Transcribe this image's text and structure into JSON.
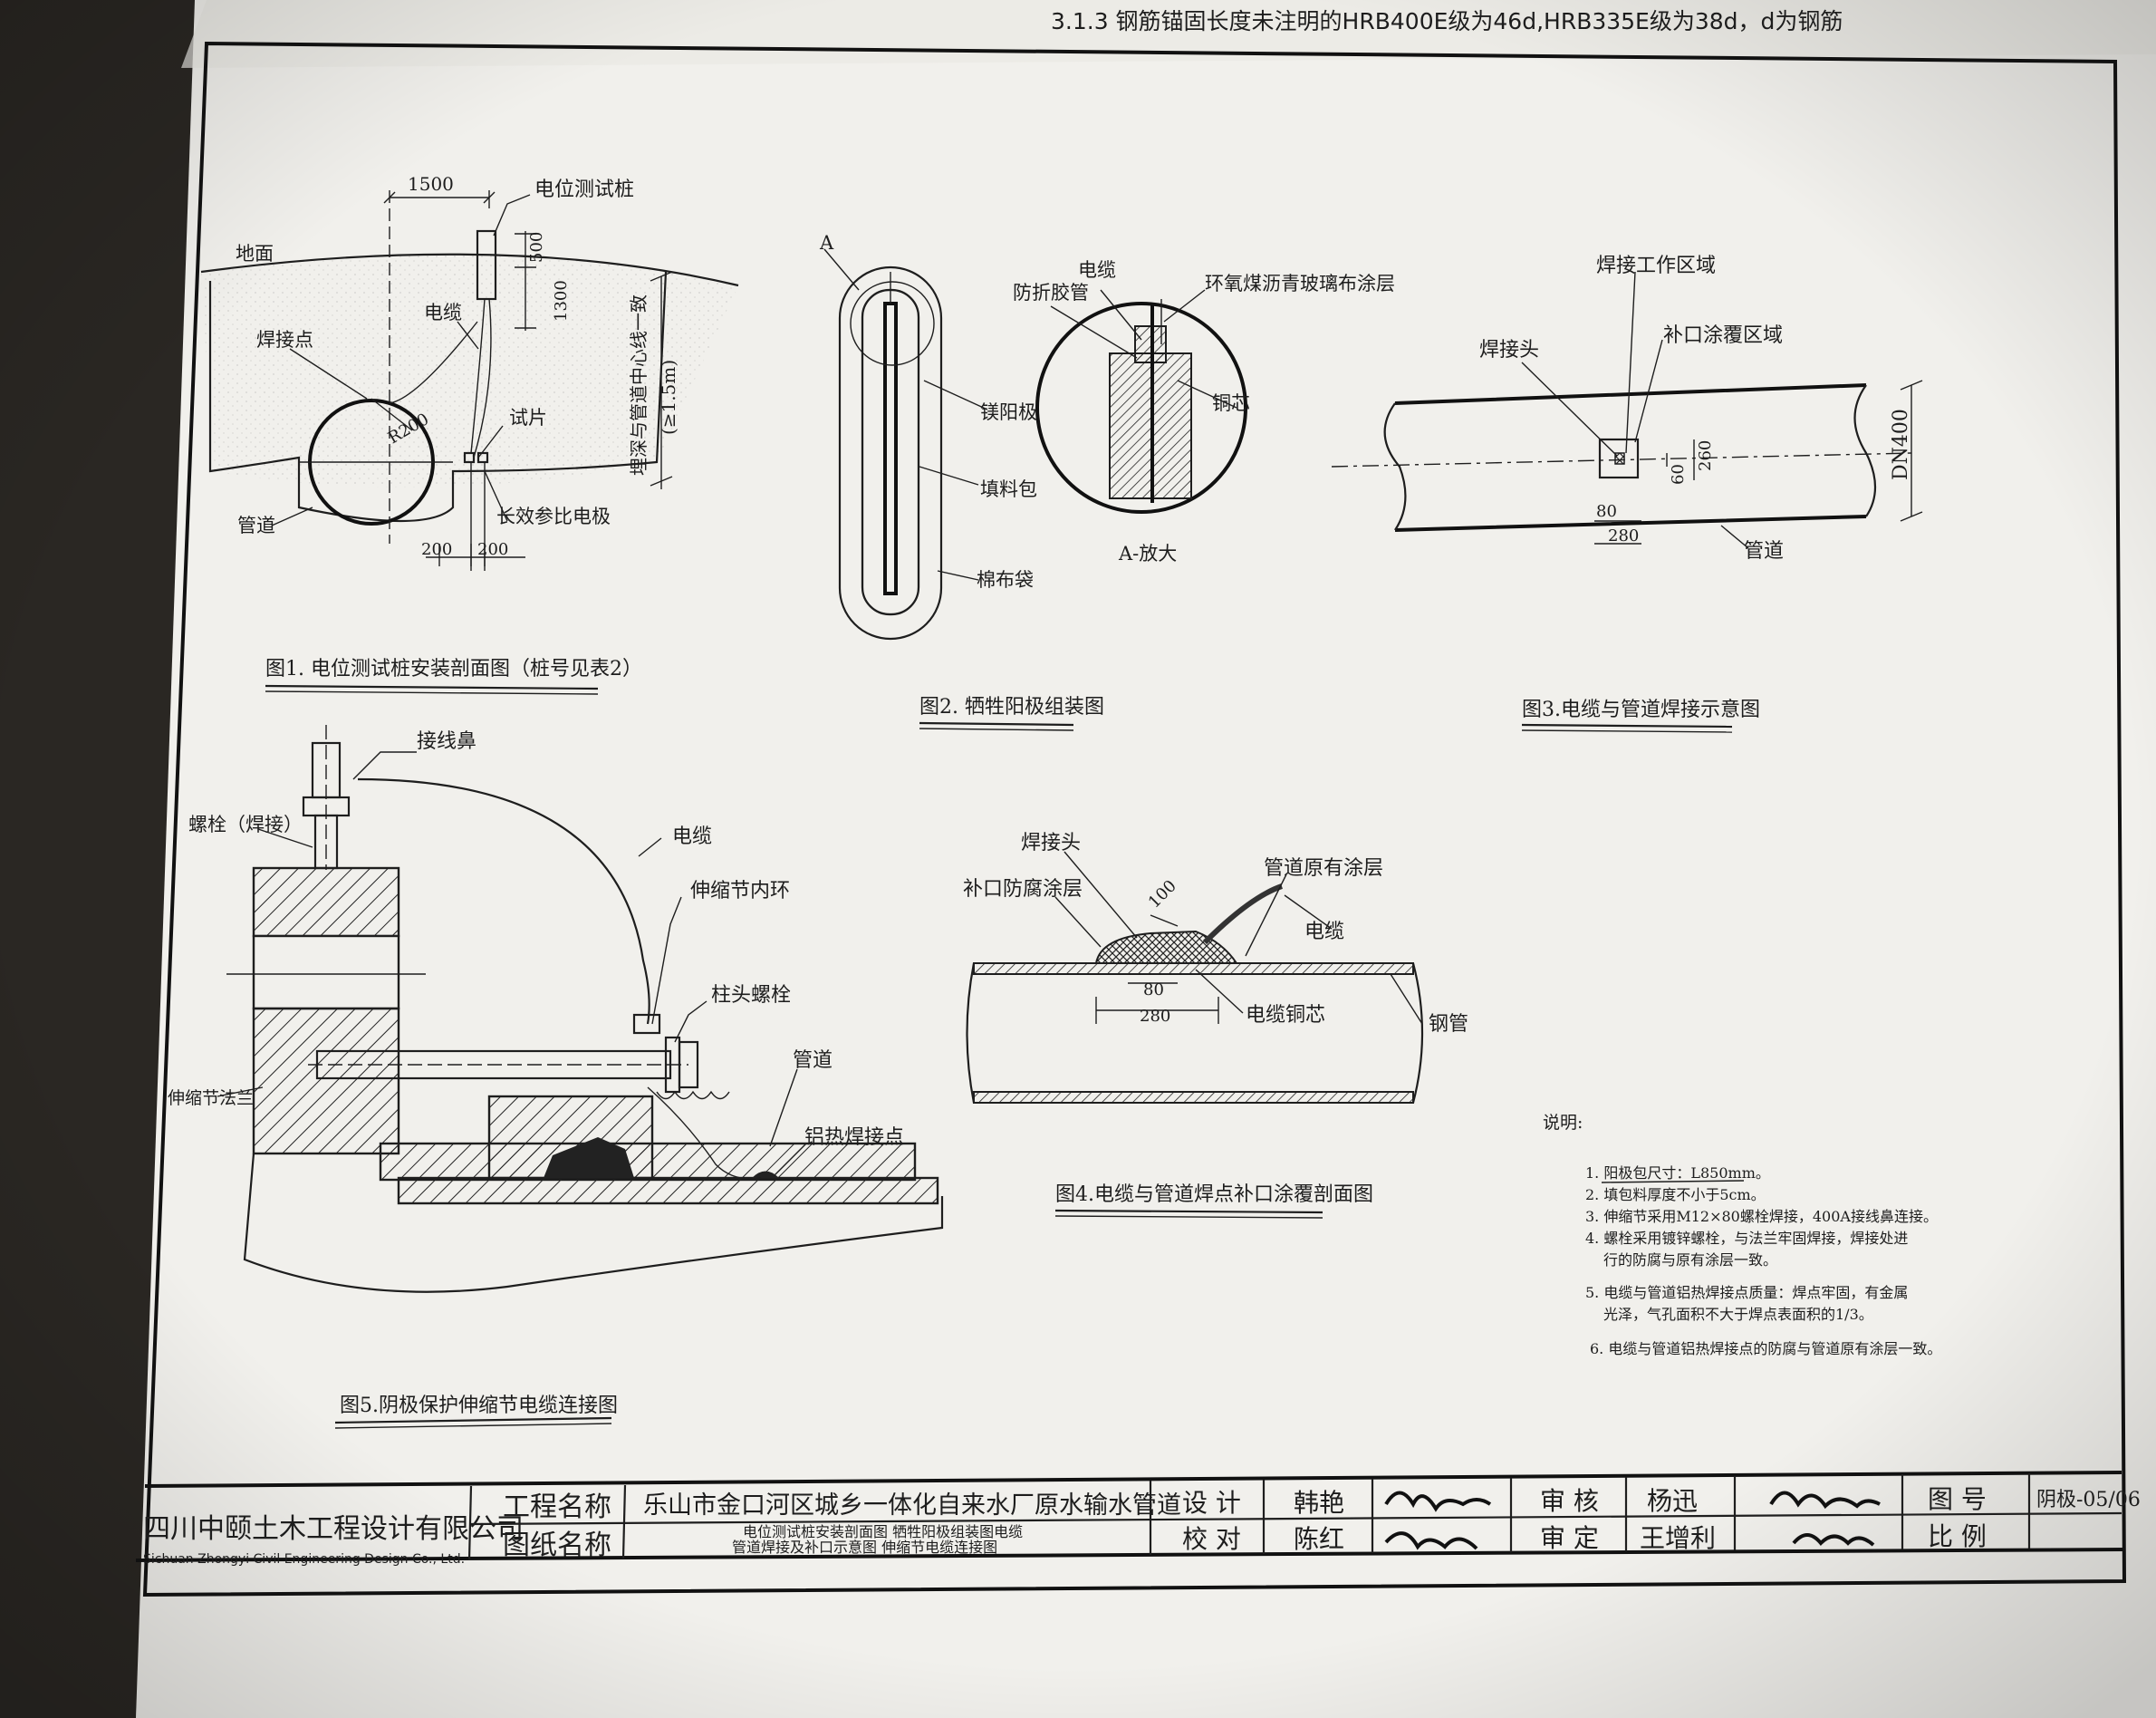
{
  "top_note": "3.1.3 钢筋锚固长度未注明的HRB400E级为46d,HRB335E级为38d，d为钢筋",
  "figures": {
    "fig1": {
      "caption": "图1. 电位测试桩安装剖面图（桩号见表2）",
      "labels": {
        "dim_1500": "1500",
        "test_post": "电位测试桩",
        "ground": "地面",
        "dim_500": "500",
        "dim_1300": "1300",
        "cable": "电缆",
        "weld_point": "焊接点",
        "burial_note": "埋深与管道中心线一致",
        "burial_min": "(≥1.5m)",
        "radius": "R200",
        "coupon": "试片",
        "pipe": "管道",
        "ref_electrode": "长效参比电极",
        "dim_200a": "200",
        "dim_200b": "200"
      }
    },
    "fig2": {
      "caption": "图2. 牺牲阳极组装图",
      "labels": {
        "a_mark": "A",
        "cable": "电缆",
        "anti_fold": "防折胶管",
        "epoxy_coat": "环氧煤沥青玻璃布涂层",
        "mg_anode": "镁阳极",
        "copper_core": "铜芯",
        "filler_bag": "填料包",
        "cotton_bag": "棉布袋",
        "a_enlarged": "A-放大"
      }
    },
    "fig3": {
      "caption": "图3.电缆与管道焊接示意图",
      "labels": {
        "weld_zone": "焊接工作区域",
        "weld_head": "焊接头",
        "patch_zone": "补口涂覆区域",
        "dn": "DN400",
        "dim_260": "260",
        "dim_60": "60",
        "dim_80": "80",
        "dim_280": "280",
        "pipe": "管道"
      }
    },
    "fig4": {
      "caption": "图4.电缆与管道焊点补口涂覆剖面图",
      "labels": {
        "weld_head": "焊接头",
        "patch_coat": "补口防腐涂层",
        "orig_coat": "管道原有涂层",
        "dim_100": "100",
        "cable": "电缆",
        "dim_80": "80",
        "dim_280": "280",
        "cable_core": "电缆铜芯",
        "steel_pipe": "钢管"
      }
    },
    "fig5": {
      "caption": "图5.阴极保护伸缩节电缆连接图",
      "labels": {
        "lug": "接线鼻",
        "bolt_weld": "螺栓（焊接）",
        "cable": "电缆",
        "inner_ring": "伸缩节内环",
        "stud_bolt": "柱头螺栓",
        "flange": "伸缩节法兰",
        "pipe": "管道",
        "thermite": "铝热焊接点"
      }
    }
  },
  "notes": {
    "title": "说明:",
    "items": [
      "1. 阳极包尺寸：L850mm。",
      "2. 填包料厚度不小于5cm。",
      "3. 伸缩节采用M12×80螺栓焊接，400A接线鼻连接。",
      "4. 螺栓采用镀锌螺栓，与法兰牢固焊接，焊接处进",
      "行的防腐与原有涂层一致。",
      "5. 电缆与管道铝热焊接点质量：焊点牢固，有金属",
      "光泽，气孔面积不大于焊点表面积的1/3。",
      "6. 电缆与管道铝热焊接点的防腐与管道原有涂层一致。"
    ]
  },
  "title_block": {
    "company_cn": "四川中颐土木工程设计有限公司",
    "company_en": "Sichuan Zhongyi Civil Engineering Design Co., Ltd.",
    "project_label": "工程名称",
    "project_name": "乐山市金口河区城乡一体化自来水厂原水输水管道",
    "drawing_label": "图纸名称",
    "drawing_name_1": "电位测试桩安装剖面图 牺牲阳极组装图电缆",
    "drawing_name_2": "管道焊接及补口示意图 伸缩节电缆连接图",
    "design_label": "设 计",
    "designer": "韩艳",
    "check_label": "校 对",
    "checker": "陈红",
    "review_label": "审 核",
    "reviewer": "杨迅",
    "approve_label": "审 定",
    "approver": "王增利",
    "drawing_no_label": "图 号",
    "drawing_no": "阴极-05/06",
    "scale_label": "比 例",
    "scale": ""
  }
}
